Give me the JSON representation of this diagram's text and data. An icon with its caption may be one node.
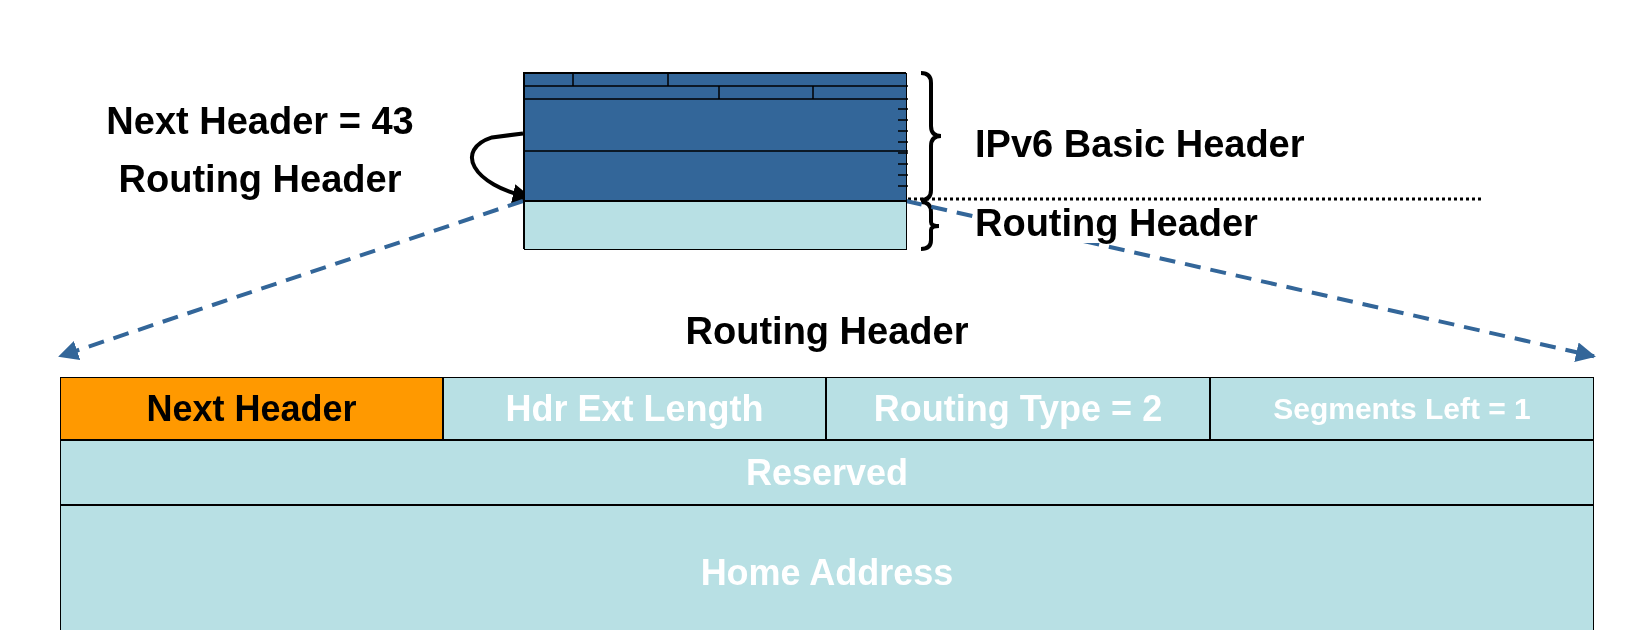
{
  "diagram": {
    "nodes": [
      {
        "text": [],
        "shape": "box"
      },
      {
        "text": [],
        "shape": "box",
        "in": 0,
        "beside": [
          "IPv6 Basic Header"
        ]
      },
      {
        "text": [],
        "shape": "box",
        "in": 0,
        "beside": [
          "Routing Header"
        ]
      },
      {
        "text": [
          "Routing Header"
        ]
      },
      {
        "text": [
          "Next Header"
        ],
        "in": 3
      },
      {
        "text": [
          "Hdr Ext Length"
        ],
        "in": 3
      },
      {
        "text": [
          "Routing Type = 2"
        ],
        "in": 3
      },
      {
        "text": [
          "Segments Left = 1"
        ],
        "in": 3
      },
      {
        "text": [
          "Reserved"
        ],
        "in": 3
      },
      {
        "text": [
          "Home Address"
        ],
        "in": 3
      }
    ],
    "edges": [
      {
        "from": 1,
        "to": 2,
        "arrow": "to",
        "label": "Next Header = 43 Routing Header",
        "color": "#000000"
      },
      {
        "from": 2,
        "to": 3,
        "arrow": "to",
        "style": "dashed",
        "color": "#336699"
      },
      {
        "from": 2,
        "to": 3,
        "arrow": "to",
        "style": "dashed",
        "color": "#336699"
      }
    ]
  }
}
